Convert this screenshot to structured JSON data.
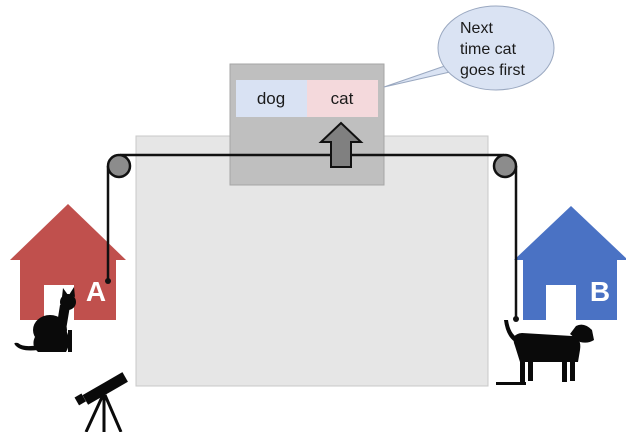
{
  "house_a": {
    "label": "A",
    "color": "#c0504d"
  },
  "house_b": {
    "label": "B",
    "color": "#4a72c4"
  },
  "order_panel": {
    "first_cell": "dog",
    "second_cell": "cat",
    "first_color": "#d9e2f3",
    "second_color": "#f4d9dc",
    "arrow_icon": "up-arrow-icon"
  },
  "speech_bubble": {
    "lines": [
      "Next",
      "time cat",
      "goes first"
    ],
    "color": "#dae3f3"
  },
  "icons": {
    "cat": "cat-silhouette-icon",
    "dog": "dog-silhouette-icon",
    "telescope": "telescope-icon",
    "pulley": "pulley-icon"
  }
}
